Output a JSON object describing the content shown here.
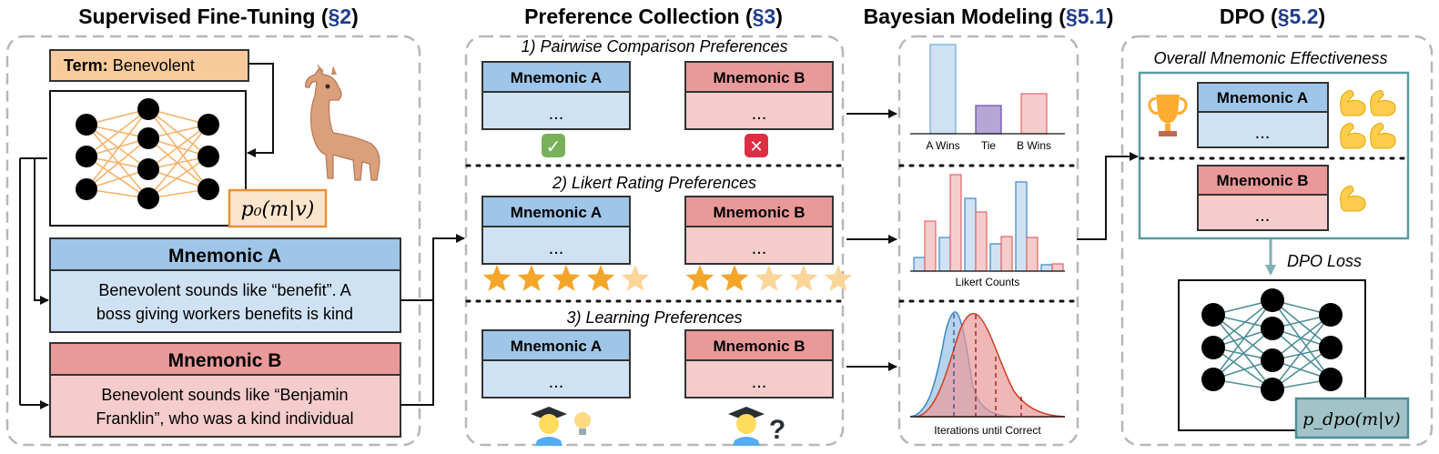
{
  "sft": {
    "title": "Supervised Fine-Tuning (",
    "section": "§2",
    "close": ")",
    "term_label": "Term:",
    "term_value": "Benevolent",
    "policy_label": "p₀(m|v)",
    "mnemonic_a": {
      "title": "Mnemonic A",
      "line1": "Benevolent sounds like “benefit”. A",
      "line2": "boss giving workers benefits is kind"
    },
    "mnemonic_b": {
      "title": "Mnemonic B",
      "line1": "Benevolent sounds like “Benjamin",
      "line2": "Franklin”, who was a kind individual"
    }
  },
  "pref": {
    "title": "Preference Collection (",
    "section": "§3",
    "close": ")",
    "pairwise": "1) Pairwise Comparison Preferences",
    "likert": "2) Likert Rating Preferences",
    "learning": "3) Learning Preferences",
    "mnemonic_a": "Mnemonic A",
    "mnemonic_b": "Mnemonic B",
    "ellipsis": "...",
    "check_mark": "✓",
    "cross_mark": "✕",
    "question_mark": "?",
    "likert_a_stars": 4,
    "likert_b_stars": 2,
    "max_stars": 5
  },
  "bayes": {
    "title": "Bayesian Modeling (",
    "section": "§5.1",
    "close": ")",
    "pairwise_labels": [
      "A Wins",
      "Tie",
      "B Wins"
    ],
    "likert_label": "Likert Counts",
    "learning_label": "Iterations until Correct"
  },
  "dpo": {
    "title": "DPO (",
    "section": "§5.2",
    "close": ")",
    "effectiveness": "Overall Mnemonic Effectiveness",
    "mnemonic_a": "Mnemonic A",
    "mnemonic_b": "Mnemonic B",
    "ellipsis": "...",
    "loss": "DPO Loss",
    "policy_label": "p_dpo(m|v)"
  },
  "colors": {
    "blue_head": "#9fc5e8",
    "blue_body": "#cfe2f3",
    "red_head": "#ea9999",
    "red_body": "#f4cccc",
    "term_fill": "#f9cb9c",
    "term_stroke": "#e69138",
    "teal": "#5b9aa0",
    "teal_fill": "#a2c4c9",
    "node_line_sft": "#f6b26b",
    "node_line_dpo": "#4f8f96",
    "section_blue": "#1f3c8c",
    "dash_gray": "#b7b7b7"
  }
}
